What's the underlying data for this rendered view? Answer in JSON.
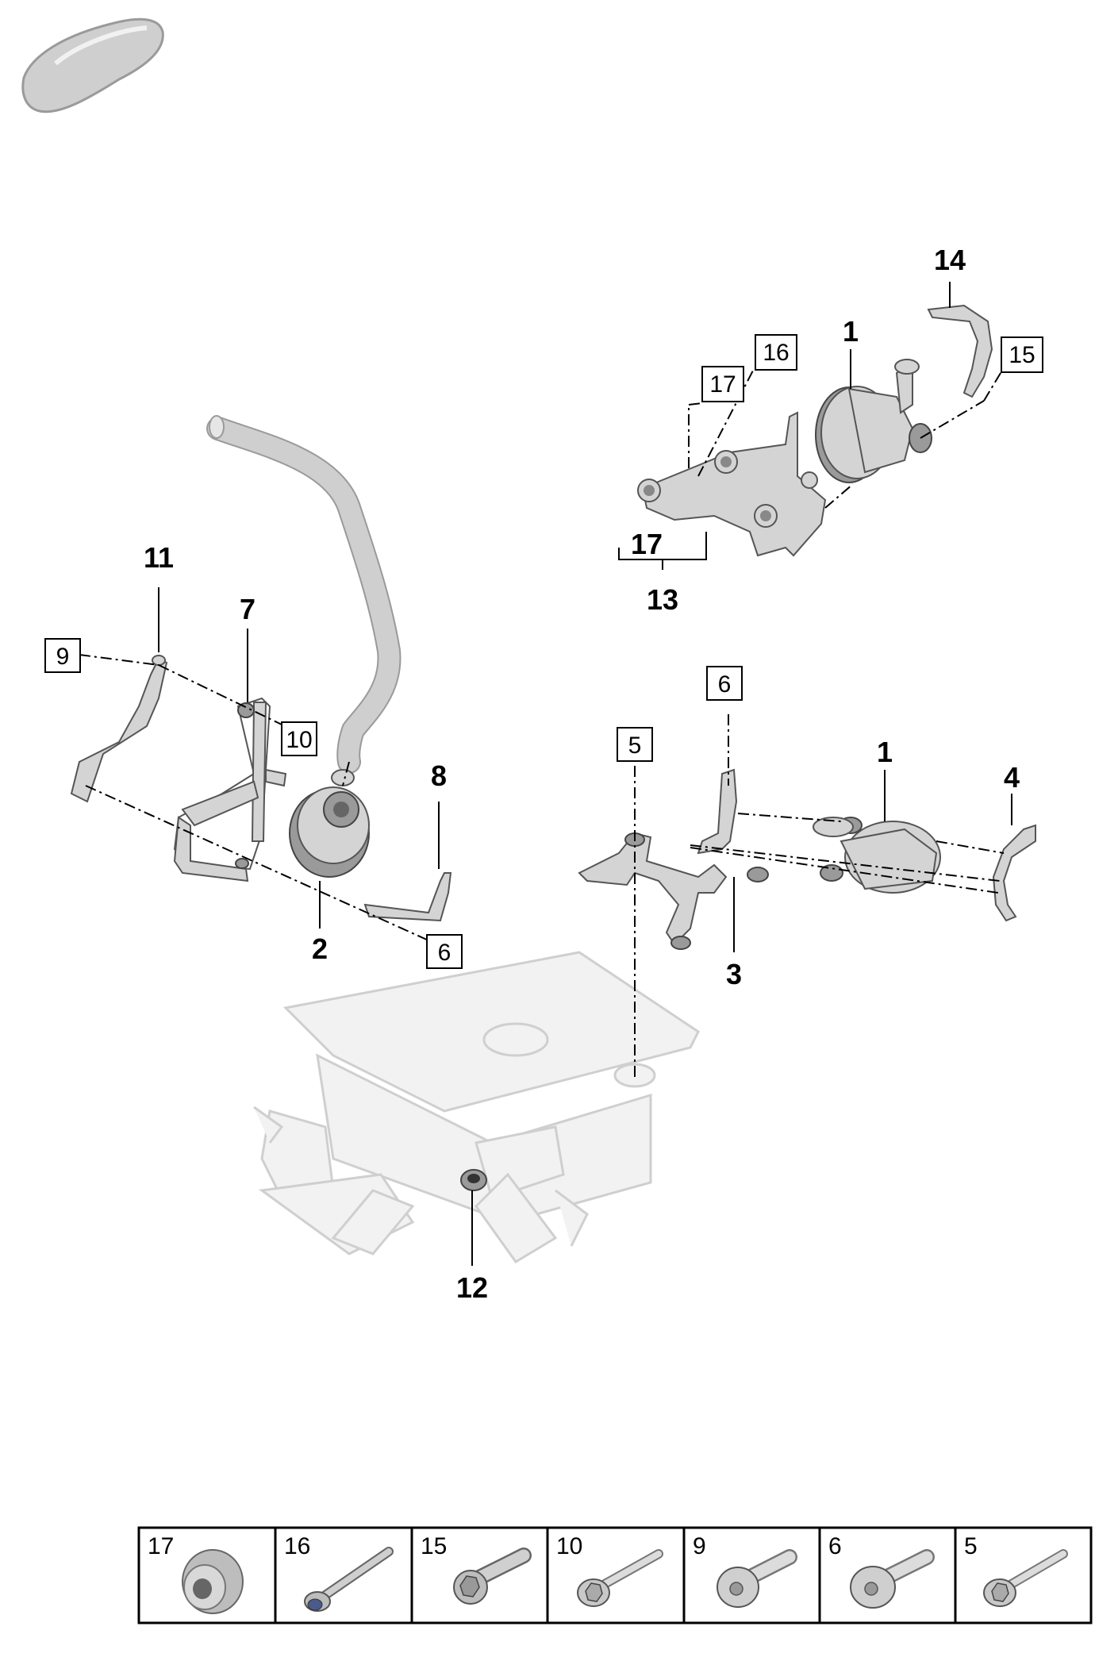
{
  "callouts": {
    "c1a": "1",
    "c1b": "1",
    "c2": "2",
    "c3": "3",
    "c4": "4",
    "c7": "7",
    "c8": "8",
    "c11": "11",
    "c12": "12",
    "c13": "13",
    "c14": "14",
    "c17": "17"
  },
  "boxed_callouts": {
    "b5": "5",
    "b6a": "6",
    "b6b": "6",
    "b9": "9",
    "b10": "10",
    "b15": "15",
    "b16": "16",
    "b17": "17"
  },
  "legend": [
    "17",
    "16",
    "15",
    "10",
    "9",
    "6",
    "5"
  ]
}
